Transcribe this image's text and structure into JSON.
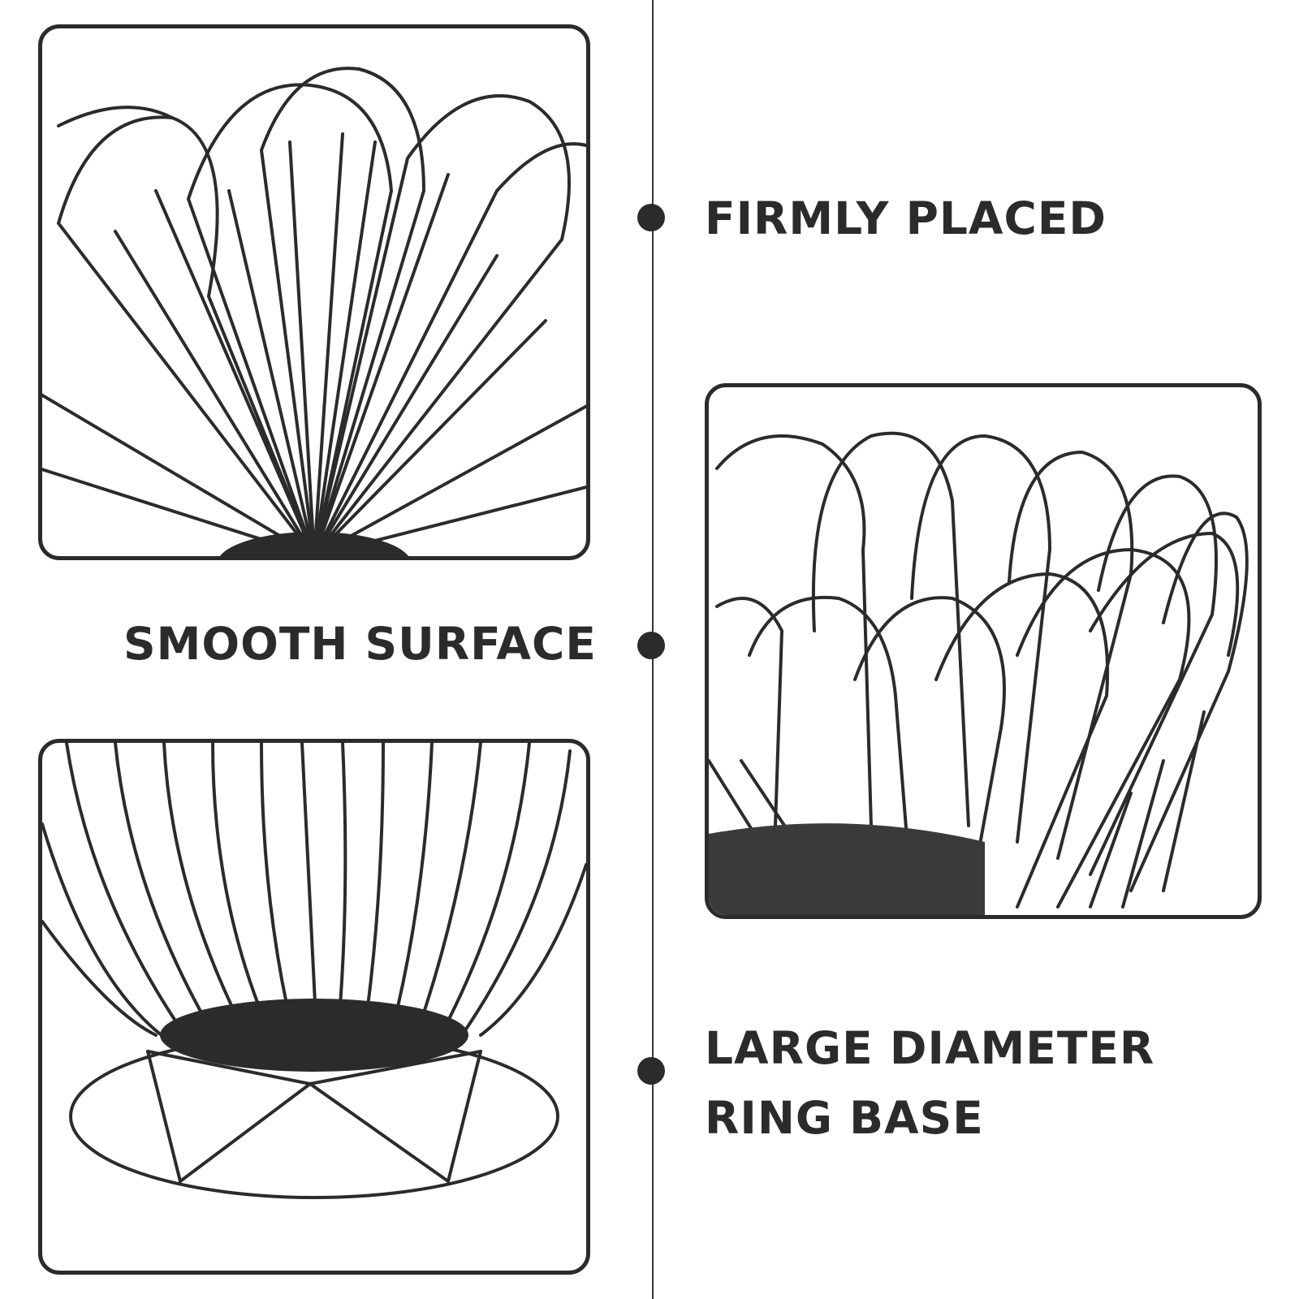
{
  "features": {
    "firmly_placed": "FIRMLY PLACED",
    "smooth_surface": "SMOOTH SURFACE",
    "large_diameter_line1": "LARGE DIAMETER",
    "large_diameter_line2": "RING BASE"
  },
  "colors": {
    "wire": "#2b2b2b",
    "background": "#ffffff"
  }
}
